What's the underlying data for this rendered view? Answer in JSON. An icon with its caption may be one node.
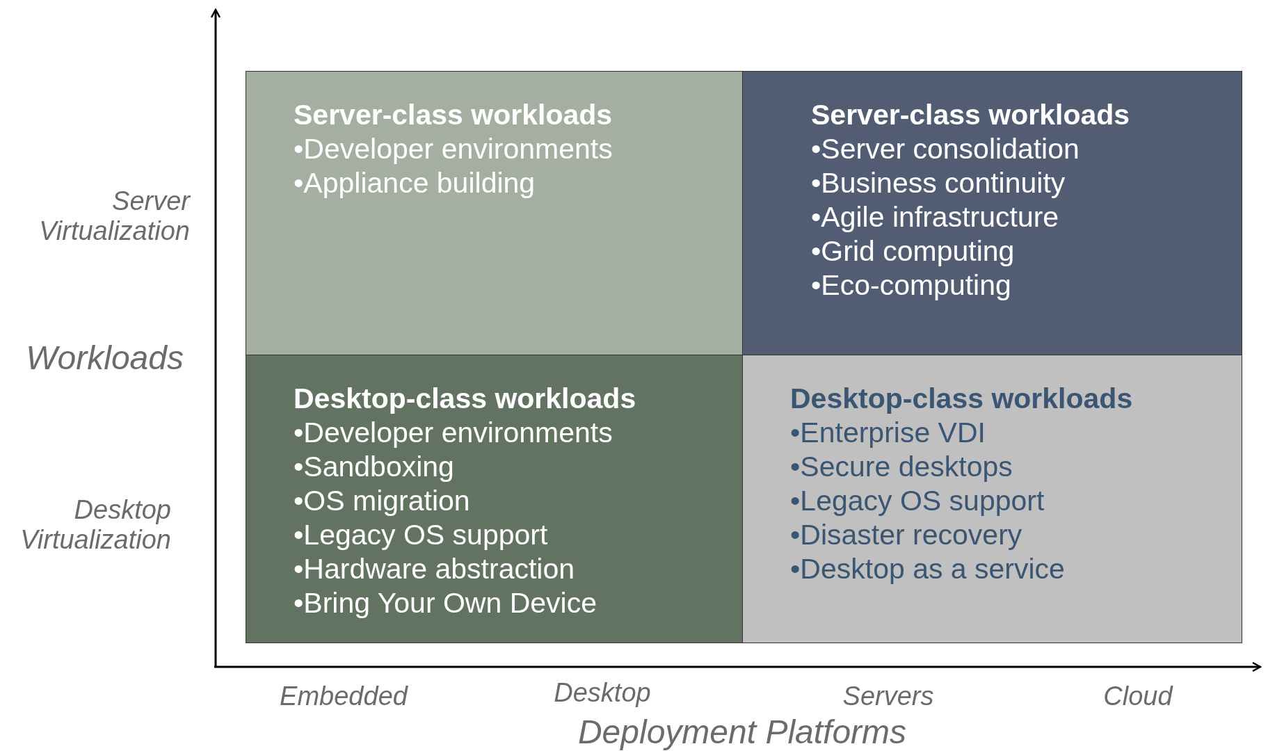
{
  "diagram": {
    "nodes": [
      {
        "text": [
          "Server-class workloads",
          "•Developer environments",
          "•Appliance building"
        ]
      },
      {
        "text": [
          "Server-class workloads",
          "•Server consolidation",
          "•Business continuity",
          "•Agile infrastructure",
          "•Grid computing",
          "•Eco-computing"
        ]
      },
      {
        "text": [
          "Desktop-class workloads",
          "•Developer environments",
          "•Sandboxing",
          "•OS migration",
          "•Legacy OS support",
          "•Hardware abstraction",
          "•Bring Your Own Device"
        ]
      },
      {
        "text": [
          "Desktop-class workloads",
          "•Enterprise VDI",
          "•Secure desktops",
          "•Legacy OS support",
          "•Disaster recovery",
          "•Desktop as a service"
        ]
      }
    ],
    "edges": [],
    "labels": [
      "Server Virtualization",
      "Workloads",
      "Desktop Virtualization",
      "Embedded",
      "Desktop",
      "Servers",
      "Cloud",
      "Deployment Platforms"
    ]
  }
}
